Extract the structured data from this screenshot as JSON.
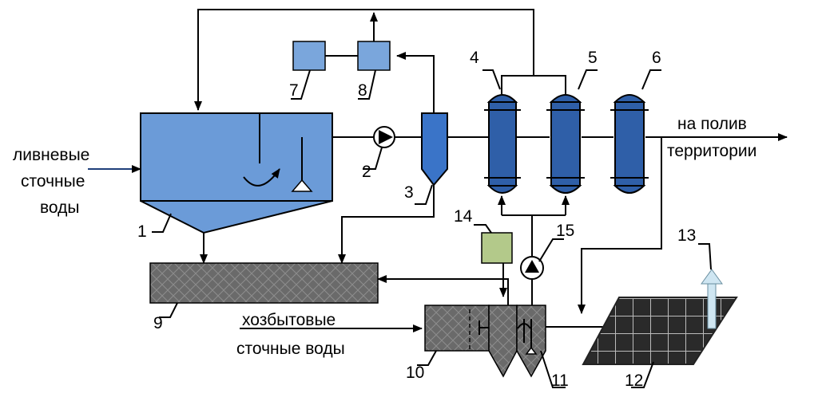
{
  "labels": {
    "stormwater": [
      "ливневые",
      "сточные",
      "воды"
    ],
    "domestic": [
      "хозбытовые",
      "сточные воды"
    ],
    "irrigation": [
      "на полив",
      "территории"
    ]
  },
  "numbers": [
    "1",
    "2",
    "3",
    "4",
    "5",
    "6",
    "7",
    "8",
    "9",
    "10",
    "11",
    "12",
    "13",
    "14",
    "15"
  ],
  "colors": {
    "settler": "#6b9bd8",
    "hydrocyclone": "#3a74c8",
    "filter": "#2f5fa8",
    "box": "#7aa6dc",
    "sludge": "#6a6a6a",
    "reagent": "#b3c98a",
    "field": "#2a2a2a",
    "vent": "#cfe6f2"
  }
}
